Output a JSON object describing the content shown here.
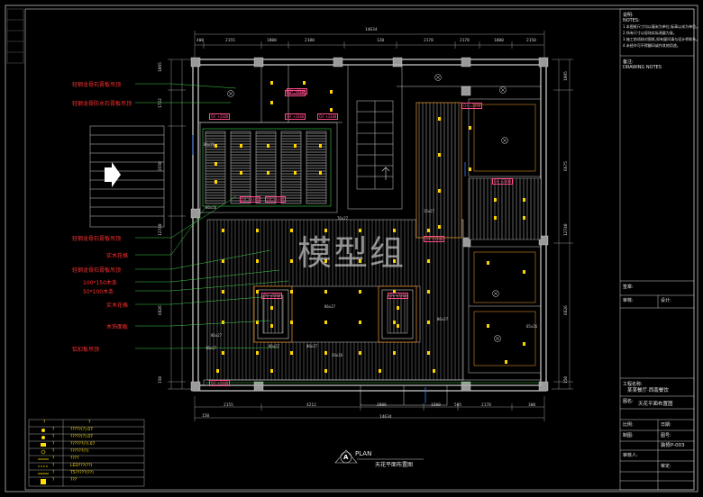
{
  "drawing": {
    "title": "天花平面布置图",
    "plan_label": "PLAN",
    "plan_letter": "A",
    "watermark": "模型组"
  },
  "dimensions": {
    "top_overall": "14634",
    "top_segments": [
      "400",
      "2155",
      "1800",
      "2180",
      "120",
      "2178",
      "2178",
      "1800",
      "2150"
    ],
    "bottom_overall": "14634",
    "bottom_segments": [
      "2155",
      "4212",
      "2806",
      "1500",
      "505",
      "2178",
      "300"
    ],
    "bottom_edge": "150",
    "left_segments": [
      "1095",
      "1722",
      "3550",
      "12740",
      "6826",
      "150"
    ],
    "right_segments": [
      "1095",
      "6675",
      "12740",
      "6826",
      "150"
    ]
  },
  "callouts": [
    "轻钢龙骨石膏板吊顶",
    "轻钢龙骨防水石膏板吊顶",
    "轻钢龙骨石膏板吊顶",
    "实木花格",
    "轻钢龙骨石膏板吊顶",
    "100*150木条",
    "50*100木条",
    "实木花格",
    "木饰面板",
    "铝扣板吊顶"
  ],
  "room_tags": [
    "CH +3500",
    "CH +3300",
    "CH +3300",
    "CH +3300",
    "CH +3300",
    "CH +3300",
    "CH +3300",
    "CH +3300",
    "CH +3300",
    "CH +3300",
    "CH +3300",
    "CH +3300",
    "CH +3300"
  ],
  "inner_dims": [
    "86x26",
    "86x26",
    "76x27",
    "15x27",
    "86x27",
    "26x26",
    "86x27",
    "86x27",
    "16x27",
    "86x27",
    "65x26",
    "86x27"
  ],
  "legend": {
    "header_symbol": "?",
    "header_text": "?",
    "rows": [
      {
        "symbol": "?",
        "text": "?????(?).07"
      },
      {
        "symbol": "?",
        "text": "?????(?).07"
      },
      {
        "symbol": "?",
        "text": "??????(?).07"
      },
      {
        "symbol": "?",
        "text": "??????(?)"
      },
      {
        "symbol": "?",
        "text": "????"
      },
      {
        "symbol": "?",
        "text": "LED???(??)"
      },
      {
        "symbol": "?",
        "text": "T5?????(??)"
      },
      {
        "symbol": "?",
        "text": "???"
      }
    ]
  },
  "title_block": {
    "notes_header": "说明:",
    "notes_sub": "NOTES:",
    "notes_lines": [
      "1.本图纸尺寸均以毫米为单位,标高以米为单位。",
      "2.所有尺寸以现场实际测量为准。",
      "3.施工前须核对图纸,如有疑问请与设计师联系。",
      "4.未经许可不得翻印或作其他用途。"
    ],
    "remark_label": "备注:",
    "remark_sub": "DRAWING NOTES",
    "stamp_label": "签章:",
    "check_label": "审核:",
    "design_label": "设计:",
    "project_label": "工程名称:",
    "project_name": "某某餐厅·西南餐饮",
    "drawing_name_label": "图名:",
    "drawing_name": "天花平面布置图",
    "scale_label": "比例:",
    "date_label": "日期:",
    "drawn_label": "制图:",
    "drawing_no_label": "图号:",
    "drawing_no": "装修P-003",
    "reviewer_label": "审核人:",
    "approver_label": "审定:"
  }
}
